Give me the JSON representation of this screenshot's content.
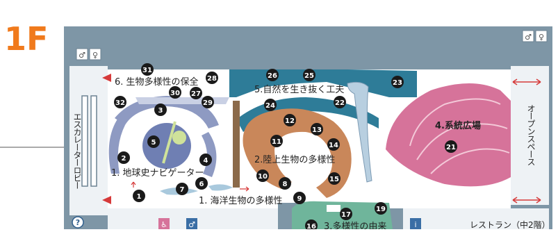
{
  "floor": "1F",
  "zones": {
    "history": "1. 地球史ナビゲーター",
    "marine": "1. 海洋生物の多様性",
    "land": "2.陸上生物の多様性",
    "diversity_origin": "3.多様性の由来",
    "systematic": "4.系統広場",
    "survival": "5.自然を生き抜く工夫",
    "conservation": "6. 生物多様性の保全"
  },
  "side_labels": {
    "escalator_lobby": "エスカレーターロビー",
    "open_space": "オープンスペース"
  },
  "restaurant": "レストラン（中2階）",
  "markers": [
    "1",
    "2",
    "3",
    "4",
    "5",
    "6",
    "7",
    "8",
    "9",
    "10",
    "11",
    "12",
    "13",
    "14",
    "15",
    "16",
    "17",
    "19",
    "21",
    "22",
    "23",
    "24",
    "25",
    "26",
    "27",
    "28",
    "29",
    "30",
    "31",
    "32"
  ],
  "icons": [
    "restroom-icon",
    "restroom-icon",
    "restroom-icon",
    "wheelchair-icon",
    "information-icon",
    "help-icon"
  ],
  "colors": {
    "floor_label": "#f07a1c",
    "wall": "#7e96a6",
    "marine": "#2e7c98",
    "land": "#c9875a",
    "systematic": "#d6739a",
    "history": "#8e9ac2",
    "arrow": "#d63a3a"
  }
}
